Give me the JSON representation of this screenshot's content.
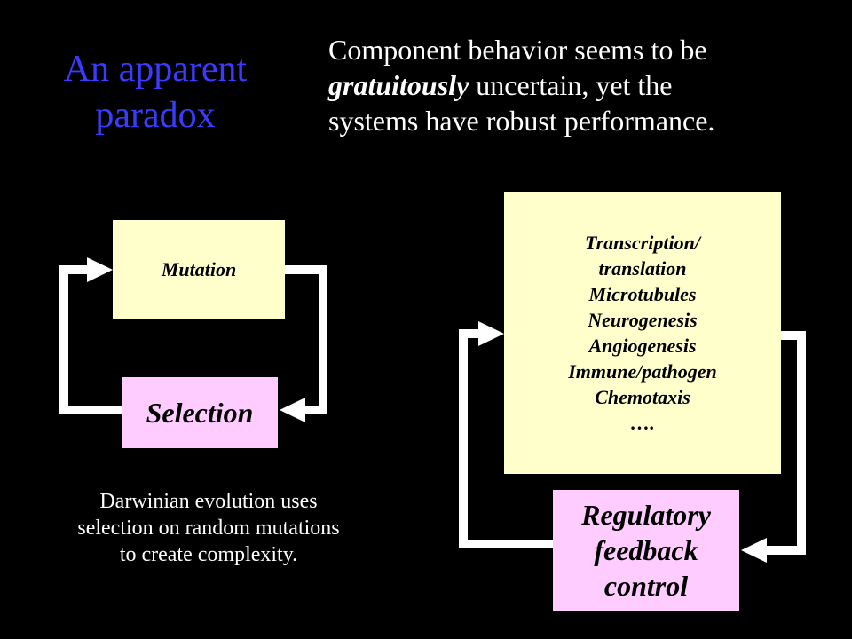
{
  "title": {
    "line1": "An apparent",
    "line2": "paradox"
  },
  "subtitle": {
    "line1": "Component behavior seems to be",
    "line2_emphasis": "gratuitously",
    "line2_rest": " uncertain, yet the",
    "line3": "systems have robust performance."
  },
  "left_diagram": {
    "mutation": "Mutation",
    "selection": "Selection"
  },
  "caption": {
    "line1": "Darwinian evolution uses",
    "line2": "selection on random mutations",
    "line3": "to create complexity."
  },
  "right_diagram": {
    "processes": [
      "Transcription/",
      "translation",
      "Microtubules",
      "Neurogenesis",
      "Angiogenesis",
      "Immune/pathogen",
      "Chemotaxis",
      "…."
    ],
    "regulatory": [
      "Regulatory",
      "feedback",
      "control"
    ]
  },
  "colors": {
    "background": "#000000",
    "title": "#3b3bff",
    "box_yellow": "#ffffcc",
    "box_pink": "#ffccff",
    "arrow": "#ffffff"
  }
}
